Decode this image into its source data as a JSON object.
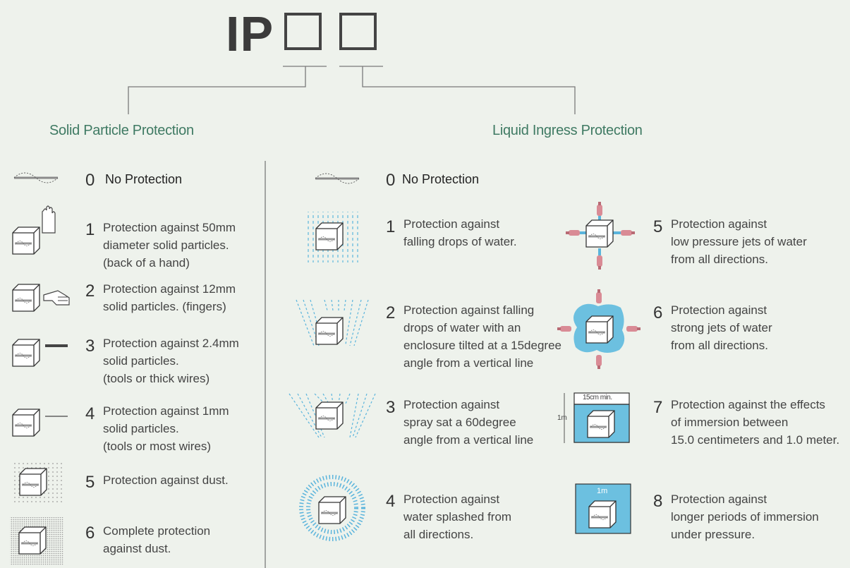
{
  "header": {
    "title": "IP"
  },
  "solid": {
    "title": "Solid Particle Protection",
    "items": [
      {
        "code": "0",
        "lines": [
          "No Protection"
        ]
      },
      {
        "code": "1",
        "lines": [
          "Protection against 50mm",
          "diameter solid particles.",
          "(back of a hand)"
        ]
      },
      {
        "code": "2",
        "lines": [
          "Protection against 12mm",
          "solid particles. (fingers)"
        ]
      },
      {
        "code": "3",
        "lines": [
          "Protection against 2.4mm",
          "solid particles.",
          "(tools or thick wires)"
        ]
      },
      {
        "code": "4",
        "lines": [
          "Protection against 1mm",
          "solid particles.",
          "(tools or most wires)"
        ]
      },
      {
        "code": "5",
        "lines": [
          "Protection against dust."
        ]
      },
      {
        "code": "6",
        "lines": [
          "Complete protection",
          "against dust."
        ]
      }
    ]
  },
  "liquid": {
    "title": "Liquid Ingress Protection",
    "items": [
      {
        "code": "0",
        "lines": [
          "No Protection"
        ]
      },
      {
        "code": "1",
        "lines": [
          "Protection against",
          "falling drops of water."
        ]
      },
      {
        "code": "2",
        "lines": [
          "Protection against falling",
          "drops of water with an",
          "enclosure tilted at a 15degree",
          "angle from a vertical line"
        ]
      },
      {
        "code": "3",
        "lines": [
          "Protection against",
          "spray sat a 60degree",
          "angle from a vertical line"
        ]
      },
      {
        "code": "4",
        "lines": [
          "Protection against",
          "water splashed from",
          "all directions."
        ]
      },
      {
        "code": "5",
        "lines": [
          "Protection against",
          "low pressure jets of water",
          "from all directions."
        ]
      },
      {
        "code": "6",
        "lines": [
          "Protection against",
          "strong jets of water",
          "from all directions."
        ]
      },
      {
        "code": "7",
        "lines": [
          "Protection against the effects",
          "of immersion between",
          "15.0 centimeters and 1.0 meter."
        ]
      },
      {
        "code": "8",
        "lines": [
          "Protection against",
          "longer periods of immersion",
          "under pressure."
        ]
      }
    ]
  },
  "icon_labels": {
    "depth_15cm": "15cm min.",
    "depth_1m": "1m",
    "depth_1m_box": "1m"
  },
  "colors": {
    "accent": "#3f7a63",
    "water": "#6cc0e0",
    "line": "#777777",
    "text": "#444444"
  }
}
